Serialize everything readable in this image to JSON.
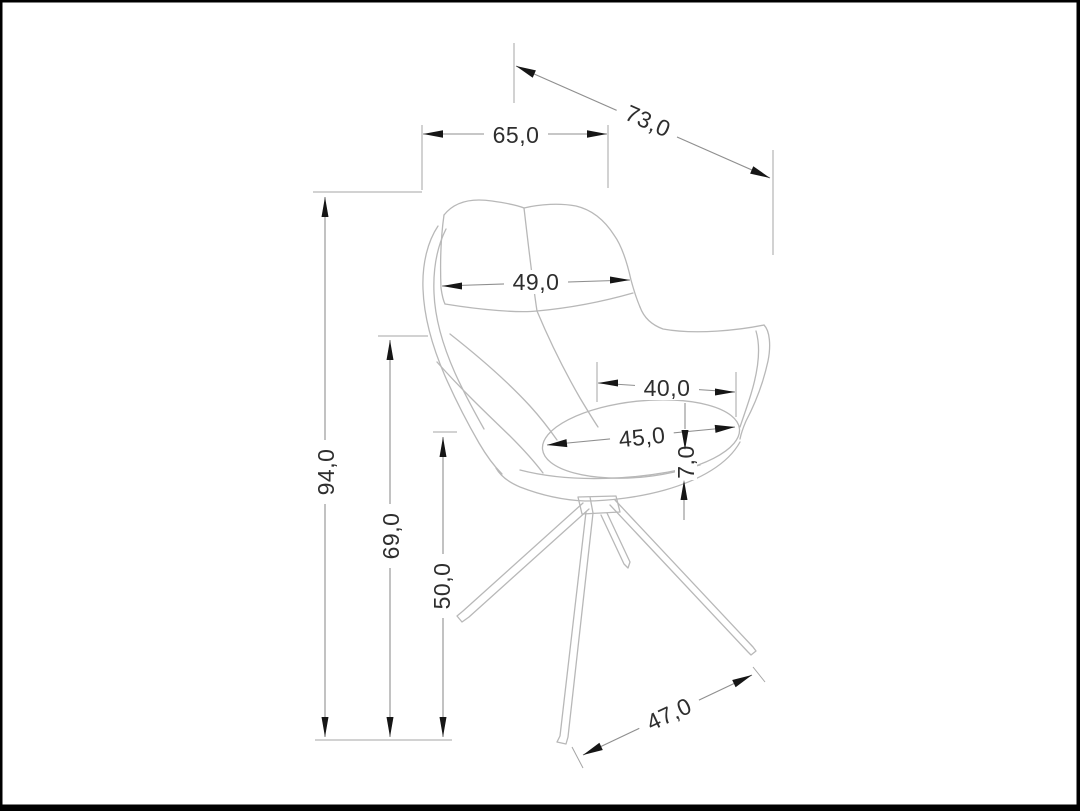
{
  "drawing": {
    "kind": "chair-technical-dimension-drawing",
    "labels": {
      "width_top": "65,0",
      "depth_diagonal": "73,0",
      "backrest_width": "49,0",
      "seat_depth": "40,0",
      "seat_width": "45,0",
      "seat_thickness": "7,0",
      "total_height": "94,0",
      "armrest_height": "69,0",
      "seat_height": "50,0",
      "base_span": "47,0"
    },
    "colors": {
      "background": "#ffffff",
      "frame": "#000000",
      "chair_outline": "#b8b8b8",
      "dimension_line": "#8f8f8f",
      "arrowhead": "#161616",
      "text": "#2e2e2e"
    }
  }
}
